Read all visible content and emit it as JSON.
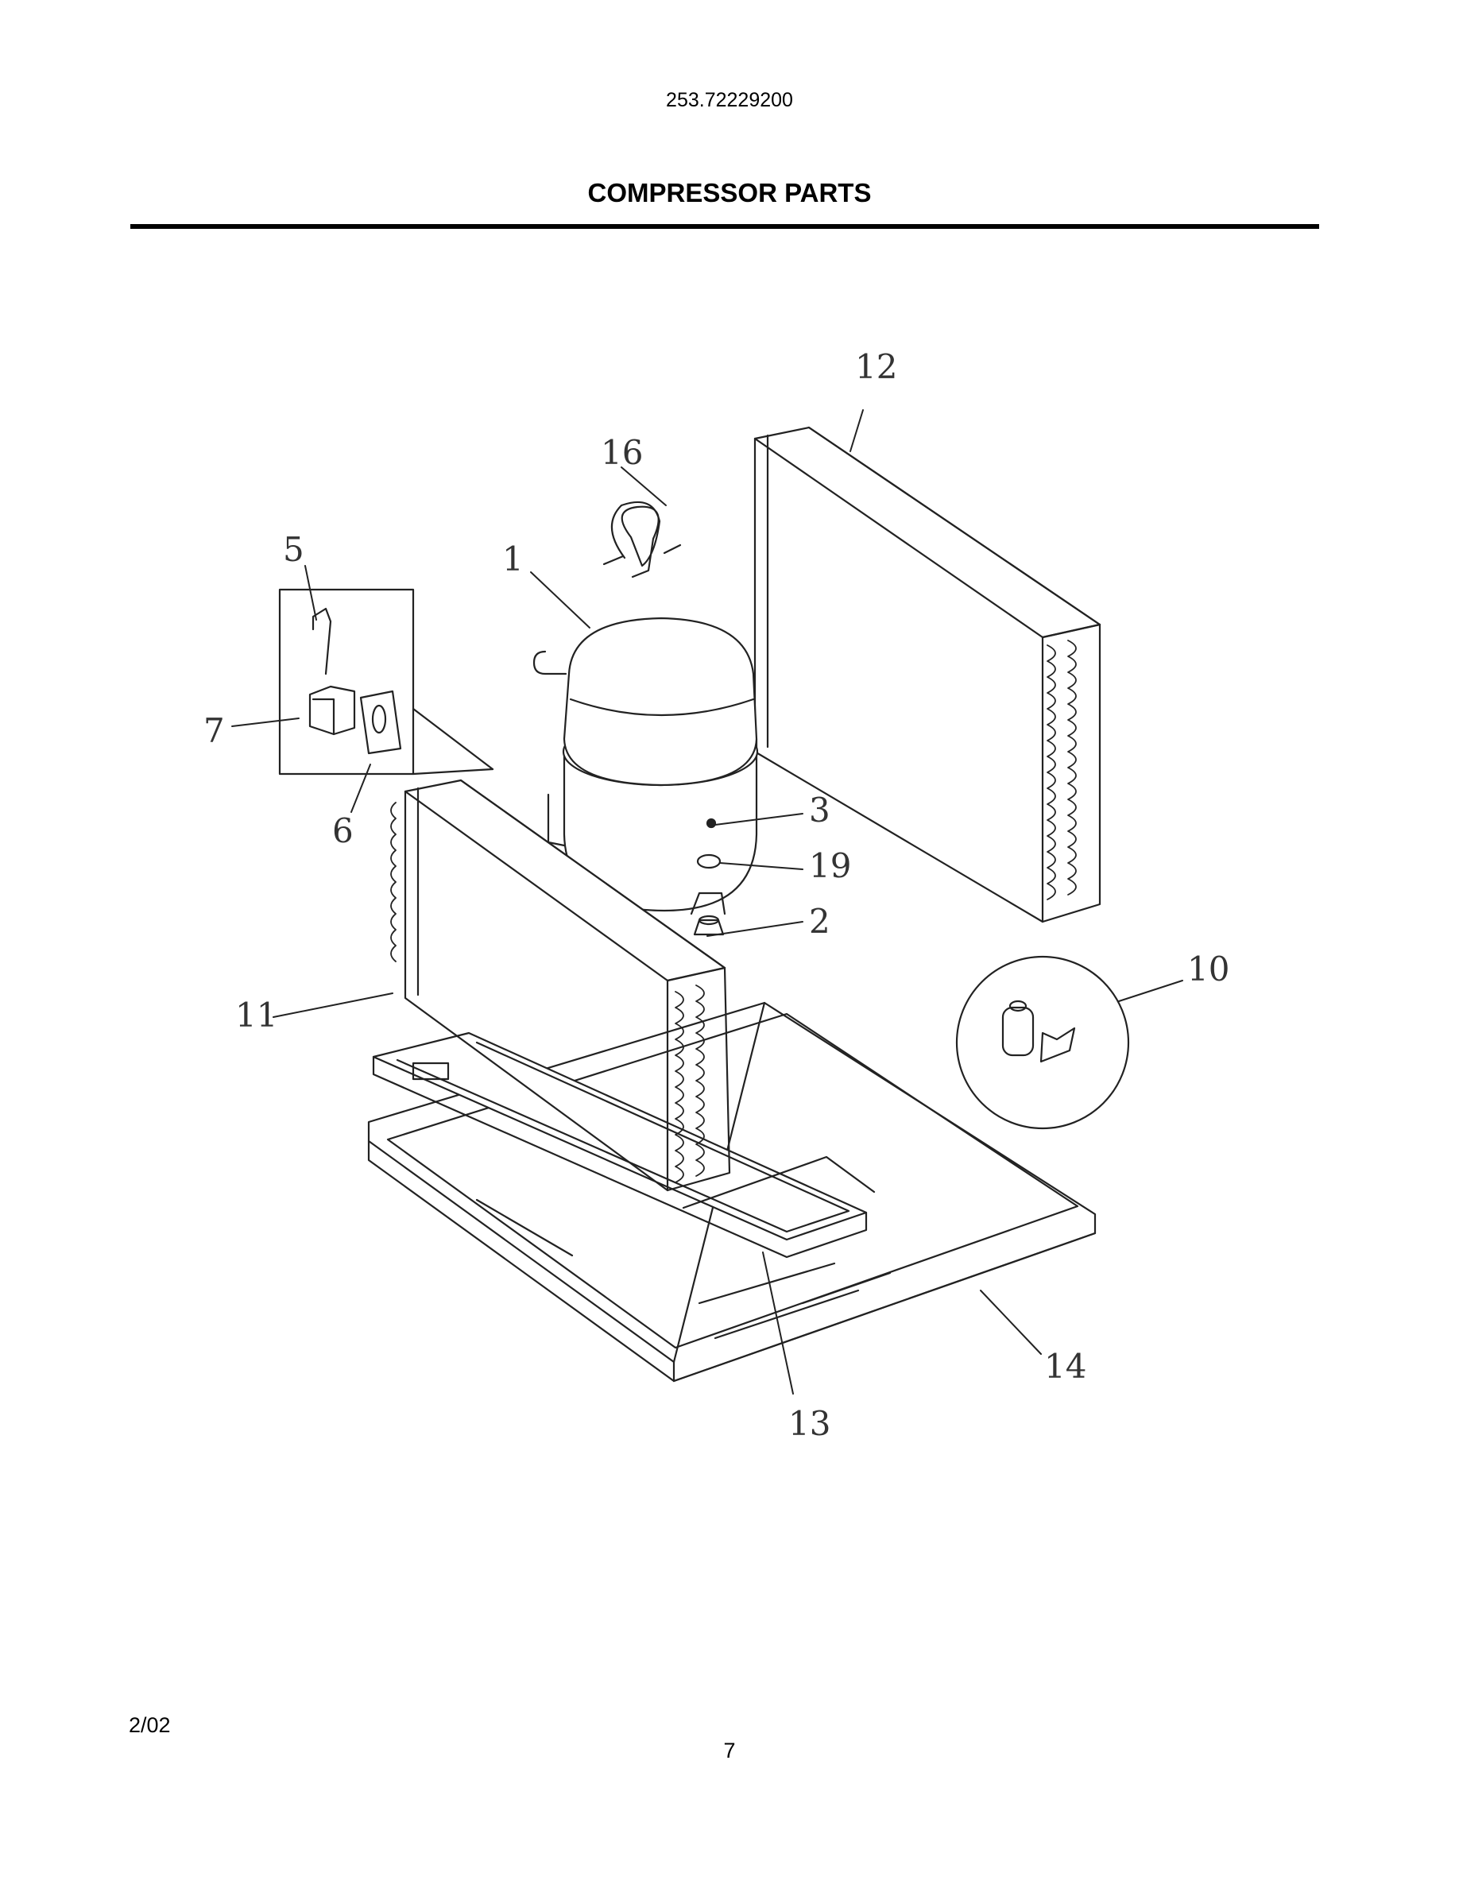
{
  "header": {
    "model_number": "253.72229200",
    "section_title": "COMPRESSOR PARTS"
  },
  "callouts": [
    "1",
    "2",
    "3",
    "5",
    "6",
    "7",
    "10",
    "11",
    "12",
    "13",
    "14",
    "16",
    "19"
  ],
  "footer": {
    "date": "2/02",
    "page_number": "7"
  }
}
